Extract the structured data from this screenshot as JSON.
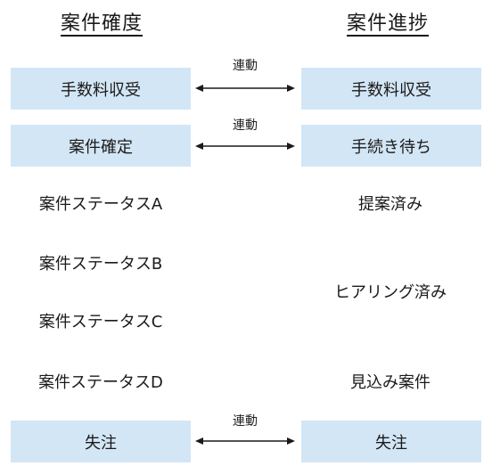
{
  "left_column": {
    "heading": "案件確度",
    "boxes": [
      "手数料収受",
      "案件確定",
      "失注"
    ],
    "statuses": [
      "案件ステータスA",
      "案件ステータスB",
      "案件ステータスC",
      "案件ステータスD"
    ]
  },
  "right_column": {
    "heading": "案件進捗",
    "boxes": [
      "手数料収受",
      "手続き待ち",
      "失注"
    ],
    "statuses": [
      "提案済み",
      "ヒアリング済み",
      "見込み案件"
    ]
  },
  "links": [
    {
      "label": "連動"
    },
    {
      "label": "連動"
    },
    {
      "label": "連動"
    }
  ],
  "colors": {
    "box_fill": "#d3e6f6",
    "text": "#1a1a1a",
    "arrow": "#1a1a1a"
  }
}
